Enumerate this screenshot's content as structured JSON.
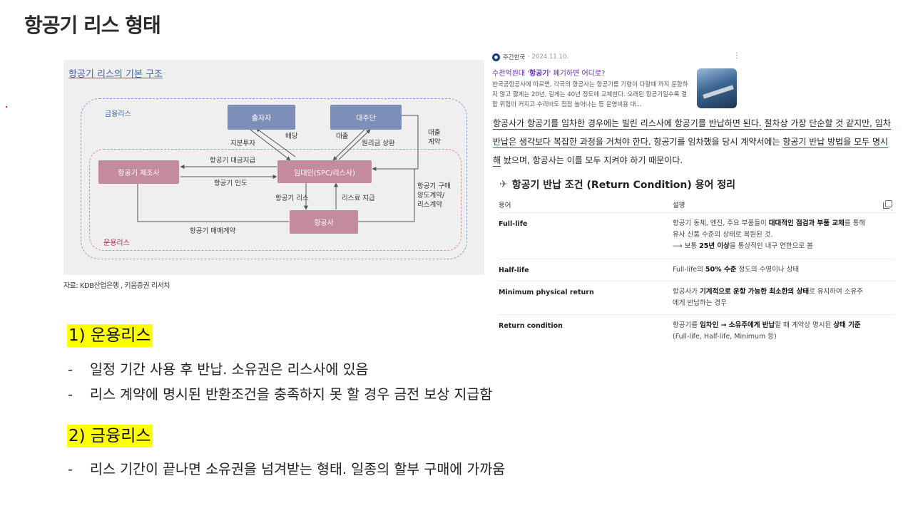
{
  "slide": {
    "title": "항공기 리스 형태"
  },
  "diagram": {
    "title": "항공기 리스의 기본 구조",
    "source": "자료: KDB산업은행 , 키움증권 리서치",
    "areas": {
      "financial": "금융리스",
      "operating": "운용리스"
    },
    "nodes": {
      "investor": "출자자",
      "lender": "대주단",
      "manufacturer": "항공기 제조사",
      "lessor": "임대인(SPC/리스사)",
      "airline": "항공사"
    },
    "edges": {
      "equity": "지분투자",
      "dividend": "배당",
      "loan": "대출",
      "repay": "원리금 상환",
      "loan_contract": "대출\n계약",
      "payment": "항공기 대금지급",
      "delivery": "항공기 인도",
      "lease": "항공기 리스",
      "lease_pay": "리스료 지급",
      "purchase": "항공기 구매\n양도계약/\n리스계약",
      "sales_contract": "항공기 매매계약"
    }
  },
  "article": {
    "publisher": "주간한국",
    "date": "· 2024.11.10.",
    "title_pre": "수천억원대 '",
    "title_bold": "항공기",
    "title_post": "' 폐기하면 어디로?",
    "snippet": "한국공항공사에 따르면, 각국의 항공사는 항공기를 기령이 다할때 까지 운항하지 않고 짧게는 20년, 길게는 40년 정도에 교체한다. 오래된 항공기일수록 결함 위험이 커지고 수리비도 점점 늘어나는 등 운영비용 대..."
  },
  "highlight": {
    "s1": "항공사가 항공기를 임차한 경우에는 빌린 리스사에 항공기를 반납하면 된다.",
    "s2": "절차상 가장 단순할 것 같지만, 임차 반납은 생각보다 복잡한 과정을 거쳐야 한다.",
    "s3a": "항공기를 임차했을 당시 계약서에는",
    "s3b": "항공기 반납 방법을 모두 명시해",
    "s3c": "놨으며, 항공사는 이를 모두 지켜야 하기 때문이다."
  },
  "conditions": {
    "title": "항공기 반납 조건 (Return Condition) 용어 정리",
    "col_term": "용어",
    "col_desc": "설명",
    "rows": [
      {
        "term": "Full-life",
        "d1": "항공기 동체, 엔진, 주요 부품들이 ",
        "d1b": "대대적인 점검과 부품 교체",
        "d1c": "를 통해",
        "d2": "유사 신품 수준의 상태로 복원된 것.",
        "d3a": "⟶ 보통 ",
        "d3b": "25년 이상",
        "d3c": "을 통상적인 내구 연한으로 봄"
      },
      {
        "term": "Half-life",
        "d1": "Full-life의 ",
        "d1b": "50% 수준",
        "d1c": " 정도의 수명이나 상태"
      },
      {
        "term": "Minimum physical return",
        "d1": "항공사가 ",
        "d1b": "기계적으로 운항 가능한 최소한의 상태",
        "d1c": "로 유지하여 소유주",
        "d2": "에게 반납하는 경우"
      },
      {
        "term": "Return condition",
        "d1": "항공기를 ",
        "d1b": "임차인 → 소유주에게 반납",
        "d1c": "할 때 계약상 명시된 ",
        "d1d": "상태 기준",
        "d2": "(Full-life, Half-life, Minimum 등)"
      }
    ]
  },
  "sections": [
    {
      "title": "1) 운용리스",
      "bullets": [
        "일정 기간 사용 후 반납. 소유권은 리스사에 있음",
        "리스 계약에 명시된 반환조건을 충족하지 못 할 경우 금전 보상 지급함"
      ]
    },
    {
      "title": "2) 금융리스",
      "bullets": [
        "리스 기간이 끝나면 소유권을 넘겨받는 형태. 일종의 할부 구매에 가까움"
      ]
    }
  ],
  "bullet_dash": "-",
  "colors": {
    "node_blue": "#7c8fb8",
    "node_pink": "#c38b9c",
    "financial_border": "#7f9fd0",
    "operating_border": "#d58c9f",
    "underline_red": "#d9102f",
    "section_highlight": "#ffff00"
  },
  "icons": {
    "plane": "airplane-icon",
    "copy": "copy-icon",
    "more": "kebab-icon"
  }
}
